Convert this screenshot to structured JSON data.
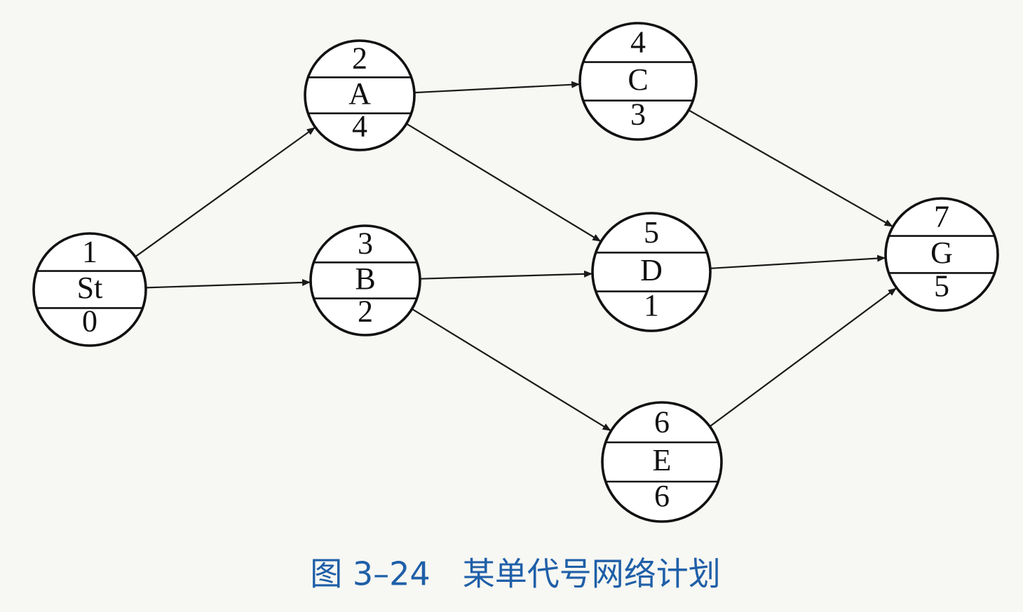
{
  "nodes": [
    {
      "id": "St",
      "top": "1",
      "middle": "St",
      "bottom": "0"
    },
    {
      "id": "A",
      "top": "2",
      "middle": "A",
      "bottom": "4"
    },
    {
      "id": "B",
      "top": "3",
      "middle": "B",
      "bottom": "2"
    },
    {
      "id": "C",
      "top": "4",
      "middle": "C",
      "bottom": "3"
    },
    {
      "id": "D",
      "top": "5",
      "middle": "D",
      "bottom": "1"
    },
    {
      "id": "E",
      "top": "6",
      "middle": "E",
      "bottom": "6"
    },
    {
      "id": "G",
      "top": "7",
      "middle": "G",
      "bottom": "5"
    }
  ],
  "edges": [
    {
      "from": "St",
      "to": "A"
    },
    {
      "from": "St",
      "to": "B"
    },
    {
      "from": "A",
      "to": "C"
    },
    {
      "from": "A",
      "to": "D"
    },
    {
      "from": "B",
      "to": "D"
    },
    {
      "from": "B",
      "to": "E"
    },
    {
      "from": "C",
      "to": "G"
    },
    {
      "from": "D",
      "to": "G"
    },
    {
      "from": "E",
      "to": "G"
    }
  ],
  "caption": "图 3–24　某单代号网络计划",
  "colors": {
    "stroke": "#111111",
    "caption": "#1f5fa8"
  }
}
